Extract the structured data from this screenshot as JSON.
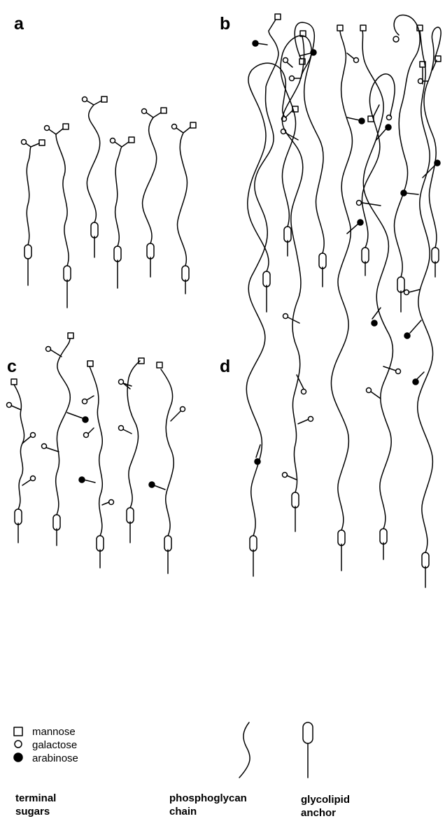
{
  "panels": {
    "a": "a",
    "b": "b",
    "c": "c",
    "d": "d"
  },
  "legend": {
    "mannose": "mannose",
    "galactose": "galactose",
    "arabinose": "arabinose"
  },
  "captions": {
    "terminal_sugars": "terminal\nsugars",
    "phosphoglycan_chain": "phosphoglycan\nchain",
    "glycolipid_anchor": "glycolipid\nanchor"
  }
}
